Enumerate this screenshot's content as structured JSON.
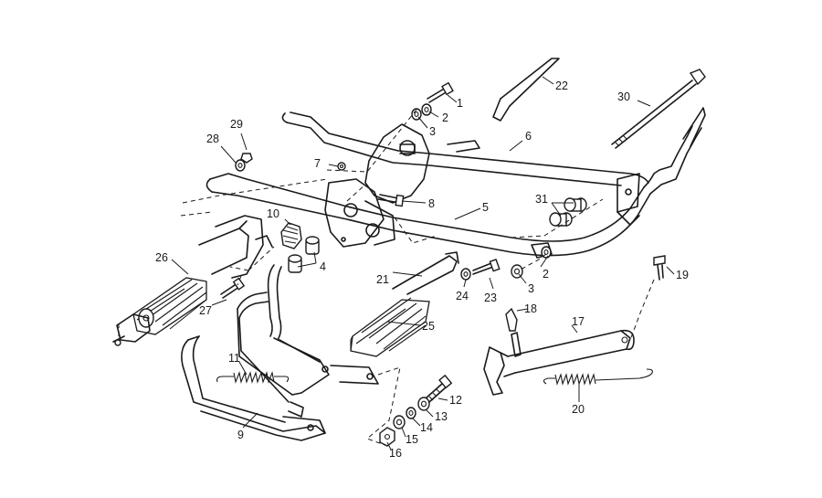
{
  "callouts": [
    {
      "id": "c1",
      "label": "1"
    },
    {
      "id": "c2a",
      "label": "2"
    },
    {
      "id": "c3a",
      "label": "3"
    },
    {
      "id": "c6",
      "label": "6"
    },
    {
      "id": "c7",
      "label": "7"
    },
    {
      "id": "c8",
      "label": "8"
    },
    {
      "id": "c5",
      "label": "5"
    },
    {
      "id": "c31",
      "label": "31"
    },
    {
      "id": "c2b",
      "label": "2"
    },
    {
      "id": "c3b",
      "label": "3"
    },
    {
      "id": "c4",
      "label": "4"
    },
    {
      "id": "c10",
      "label": "10"
    },
    {
      "id": "c21",
      "label": "21"
    },
    {
      "id": "c22",
      "label": "22"
    },
    {
      "id": "c24",
      "label": "24"
    },
    {
      "id": "c23",
      "label": "23"
    },
    {
      "id": "c25",
      "label": "25"
    },
    {
      "id": "c26",
      "label": "26"
    },
    {
      "id": "c27",
      "label": "27"
    },
    {
      "id": "c28",
      "label": "28"
    },
    {
      "id": "c29",
      "label": "29"
    },
    {
      "id": "c30",
      "label": "30"
    },
    {
      "id": "c19",
      "label": "19"
    },
    {
      "id": "c18",
      "label": "18"
    },
    {
      "id": "c17",
      "label": "17"
    },
    {
      "id": "c20",
      "label": "20"
    },
    {
      "id": "c11",
      "label": "11"
    },
    {
      "id": "c9",
      "label": "9"
    },
    {
      "id": "c12",
      "label": "12"
    },
    {
      "id": "c13",
      "label": "13"
    },
    {
      "id": "c14",
      "label": "14"
    },
    {
      "id": "c15",
      "label": "15"
    },
    {
      "id": "c16",
      "label": "16"
    }
  ]
}
